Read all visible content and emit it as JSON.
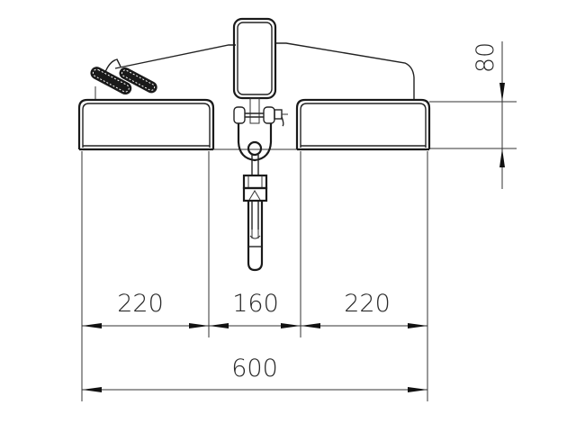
{
  "drawing": {
    "type": "technical-drawing",
    "subject": "crane fork / lifting beam front view with hook",
    "line_color": "#1a1a1a",
    "background": "#ffffff"
  },
  "dimensions": {
    "left_arm_width": "220",
    "center_gap": "160",
    "right_arm_width": "220",
    "overall_width": "600",
    "arm_height": "80"
  }
}
